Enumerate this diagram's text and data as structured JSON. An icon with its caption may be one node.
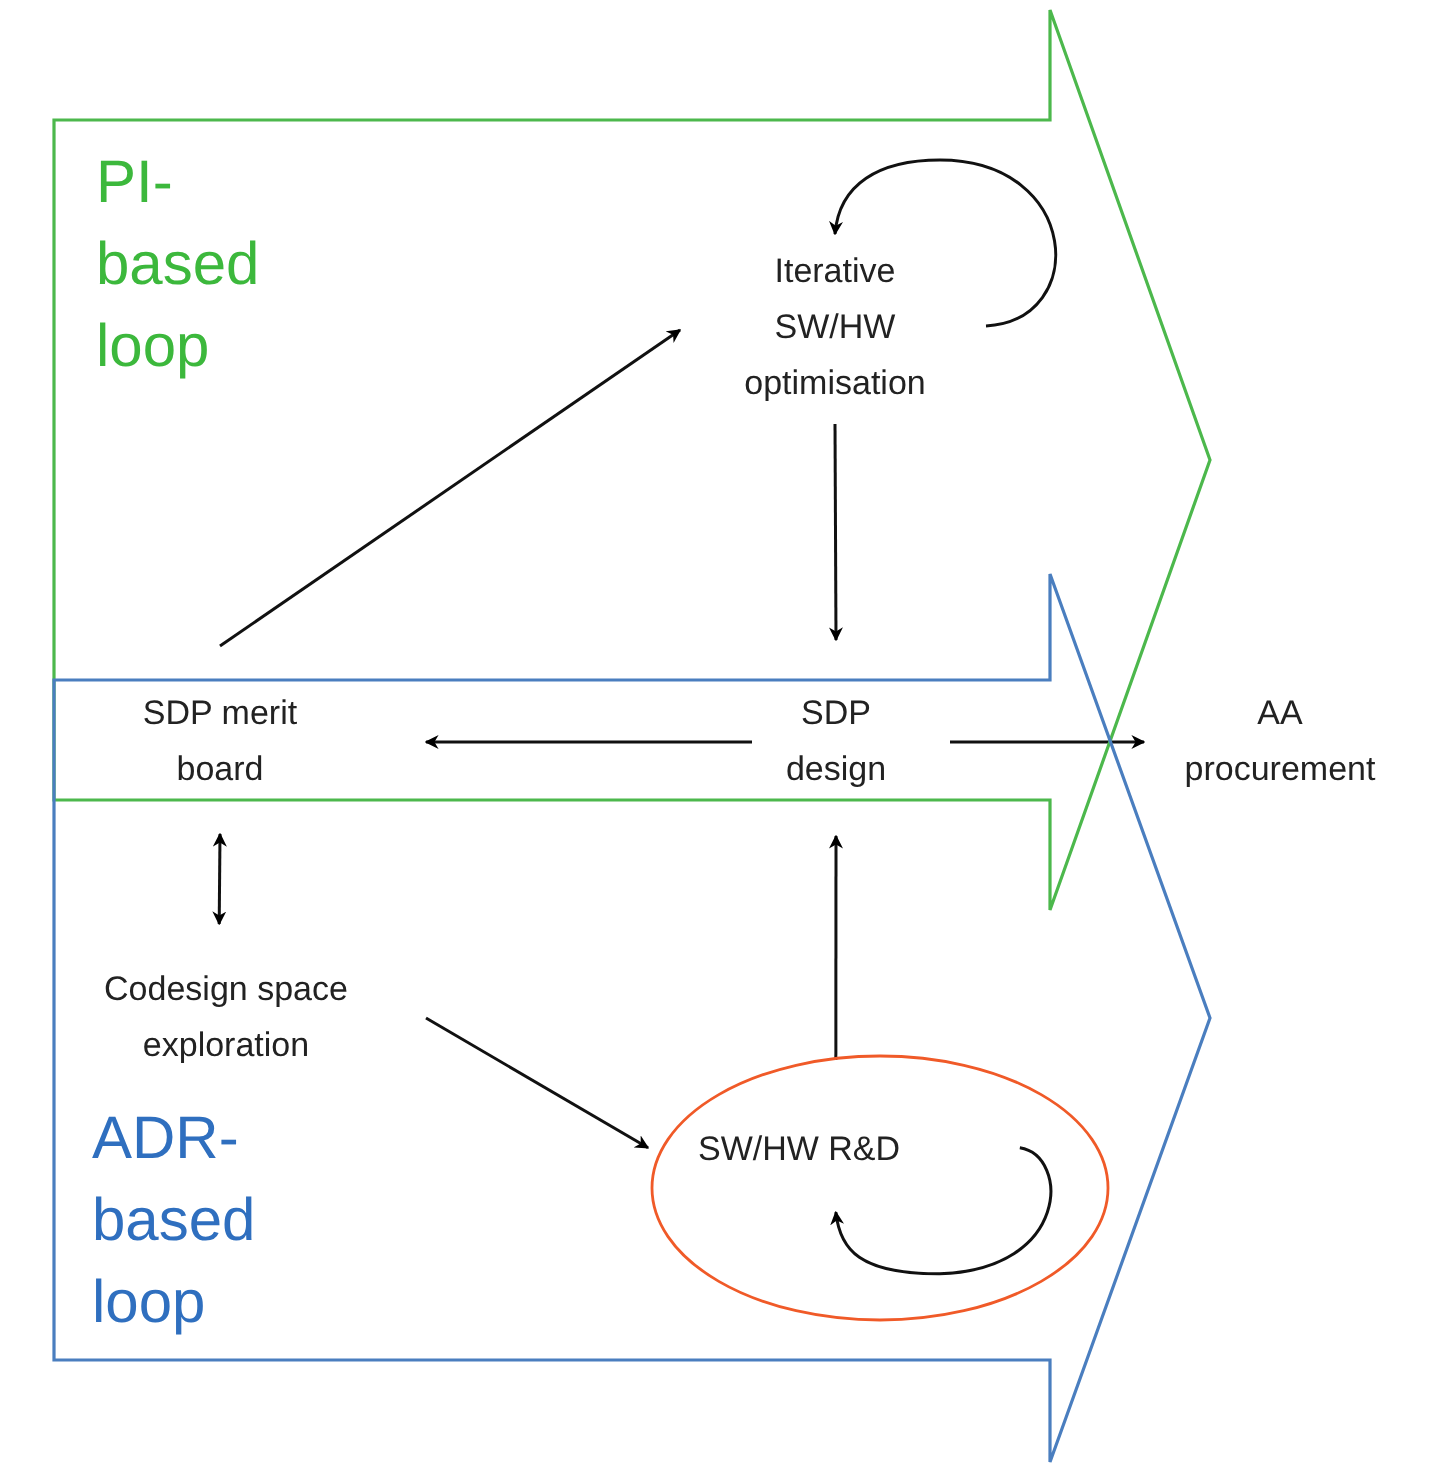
{
  "diagram": {
    "nodes": [
      {
        "text": [
          "PI- based loop"
        ]
      },
      {
        "text": [
          "ADR- based loop"
        ]
      },
      {
        "text": [
          "Iterative SW/HW optimisation"
        ],
        "in": 0
      },
      {
        "text": [
          "SDP merit board"
        ]
      },
      {
        "text": [
          "SDP design"
        ]
      },
      {
        "text": [
          "AA procurement"
        ]
      },
      {
        "text": [
          "Codesign space exploration"
        ],
        "in": 1
      },
      {
        "text": [
          "SW/HW R&D"
        ],
        "in": 1
      }
    ],
    "edges": [
      {
        "from": 3,
        "to": 2,
        "arrow": "to"
      },
      {
        "from": 2,
        "to": 2,
        "arrow": "to"
      },
      {
        "from": 2,
        "to": 4,
        "arrow": "to"
      },
      {
        "from": 4,
        "to": 3,
        "arrow": "to"
      },
      {
        "from": 4,
        "to": 5,
        "arrow": "to"
      },
      {
        "from": 3,
        "to": 6,
        "arrow": "both"
      },
      {
        "from": 6,
        "to": 7,
        "arrow": "to"
      },
      {
        "from": 7,
        "to": 4,
        "arrow": "to"
      },
      {
        "from": 7,
        "to": 7,
        "arrow": "to"
      }
    ]
  }
}
